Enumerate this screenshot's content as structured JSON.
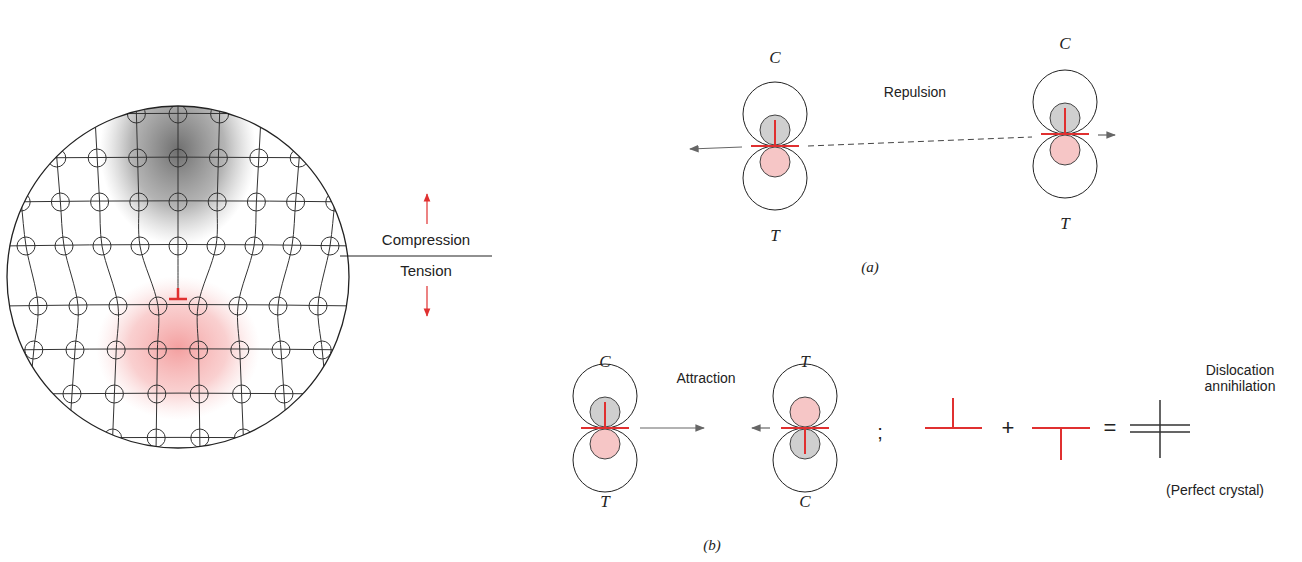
{
  "diagram": {
    "labels": [
      "Compression",
      "Tension",
      "C",
      "Repulsion",
      "C",
      "T",
      "T",
      "(a)",
      "C",
      "Attraction",
      "T",
      "T",
      "C",
      ";",
      "+",
      "=",
      "Dislocation annihilation",
      "(Perfect crystal)",
      "(b)"
    ]
  }
}
